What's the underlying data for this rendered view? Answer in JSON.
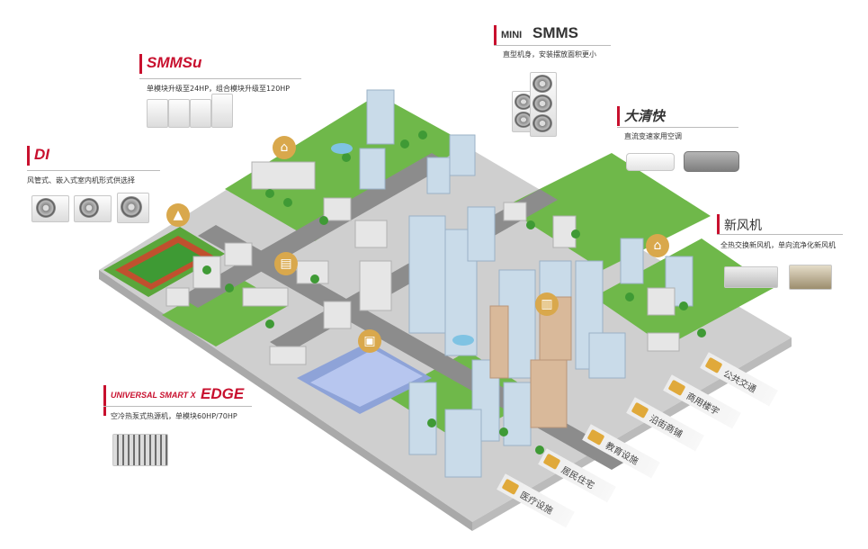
{
  "products": {
    "smmsu": {
      "title": "SMMSu",
      "desc": "单模块升级至24HP，组合模块升级至120HP"
    },
    "di": {
      "title": "DI",
      "desc": "风管式、嵌入式室内机形式供选择"
    },
    "mini_smms": {
      "title_small": "MINI",
      "title_big": "SMMS",
      "desc": "直型机身，安装摆放面积更小"
    },
    "daqingkuai": {
      "title": "大清快",
      "desc": "直流变速家用空调"
    },
    "fresh_air": {
      "title": "新风机",
      "desc": "全热交换新风机，单向流净化新风机"
    },
    "edge": {
      "title_small": "UNIVERSAL SMART X",
      "title_big": "EDGE",
      "desc": "空冷热泵式热源机，单模块60HP/70HP"
    }
  },
  "categories": [
    {
      "label": "公共交通",
      "icon": "bus-icon"
    },
    {
      "label": "商用楼宇",
      "icon": "office-building-icon"
    },
    {
      "label": "沿街商铺",
      "icon": "shop-icon"
    },
    {
      "label": "教育设施",
      "icon": "school-icon"
    },
    {
      "label": "居民住宅",
      "icon": "house-icon"
    },
    {
      "label": "医疗设施",
      "icon": "hospital-icon"
    }
  ],
  "map_pins": [
    "government-building-icon",
    "school-building-icon",
    "shop-icon",
    "train-icon",
    "office-building-icon",
    "home-icon"
  ],
  "colors": {
    "brand_red": "#c8102e",
    "pin_gold": "#d9a84c",
    "grass": "#6fb84a",
    "road": "#8c8c8c"
  }
}
